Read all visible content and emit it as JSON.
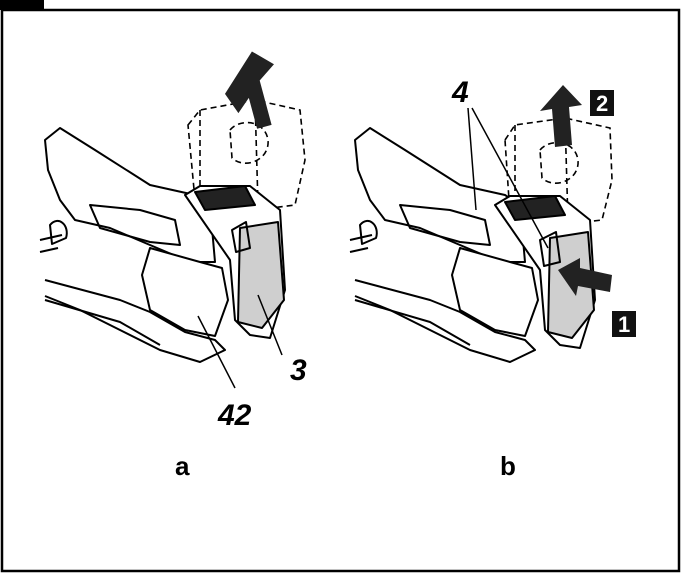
{
  "figure": {
    "panels": [
      {
        "id": "a",
        "label": "a",
        "callouts": [
          "3",
          "42"
        ]
      },
      {
        "id": "b",
        "label": "b",
        "callouts": [
          "4"
        ],
        "steps": [
          "1",
          "2"
        ]
      }
    ],
    "colors": {
      "line": "#000000",
      "background": "#ffffff",
      "shade": "#cfcfcf"
    }
  }
}
